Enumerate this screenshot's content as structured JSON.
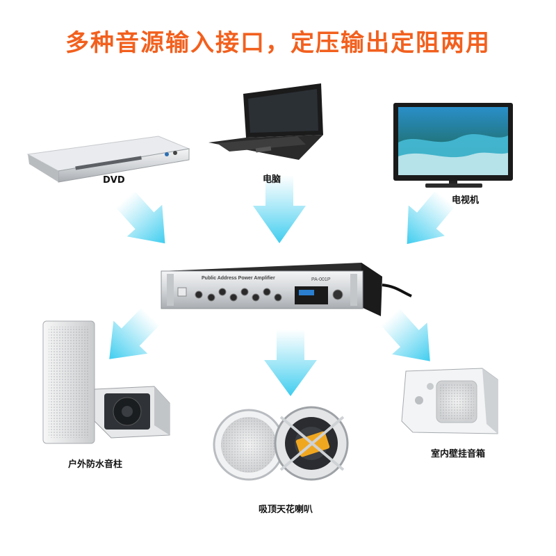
{
  "title": "多种音源输入接口，定压输出定阻两用",
  "sources": {
    "dvd": {
      "label": "DVD"
    },
    "computer": {
      "label": "电脑"
    },
    "tv": {
      "label": "电视机"
    }
  },
  "amplifier": {
    "panel_text": "Public Address Power Amplifier",
    "model": "PA-001P"
  },
  "outputs": {
    "column": {
      "label": "户外防水音柱"
    },
    "ceiling": {
      "label": "吸顶天花喇叭"
    },
    "wall": {
      "label": "室内壁挂音箱"
    }
  },
  "colors": {
    "title": "#f2601e",
    "arrow": "#4fd2ee"
  }
}
